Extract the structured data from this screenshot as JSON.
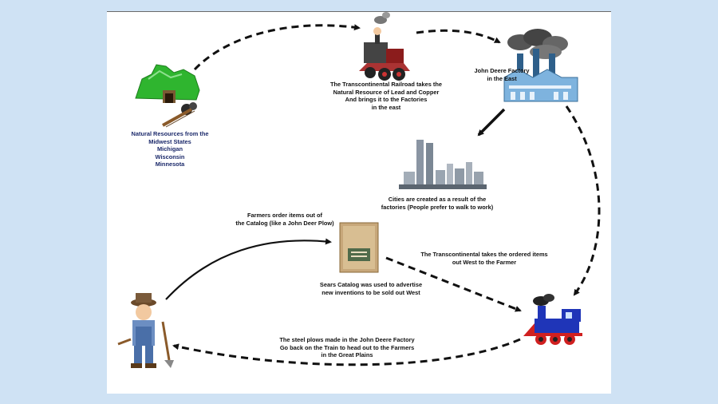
{
  "labels": {
    "natural_resources": "Natural Resources from the\nMidwest States\nMichigan\nWisconsin\nMinnesota",
    "railroad": "The Transcontinental Railroad takes the\nNatural Resource  of Lead and Copper\nAnd brings it to the Factories\nin the east",
    "factory": "John Deere Factory\nin the East",
    "cities": "Cities are created as a result of the\nfactories (People prefer to walk to work)",
    "farmers_order": "Farmers order items out of\nthe Catalog (like a John Deer Plow)",
    "transcontinental_ordered": "The Transcontinental takes the ordered items\nout West to the Farmer",
    "sears": "Sears Catalog  was used to advertise\nnew inventions to be sold out West",
    "steel_plows": "The steel plows made in the John Deere Factory\nGo back on the Train to head out to the Farmers\nin the Great Plains"
  },
  "colors": {
    "page_background": "#cfe2f4",
    "slide": "#ffffff",
    "label_navy": "#1c2a6b",
    "arrow": "#111111",
    "mine_green": "#2fb52f",
    "train_blue": "#1f35b8"
  },
  "icons": [
    "mine-icon",
    "old-train-icon",
    "factory-icon",
    "skyline-icon",
    "catalog-icon",
    "farmer-icon",
    "blue-train-icon"
  ]
}
